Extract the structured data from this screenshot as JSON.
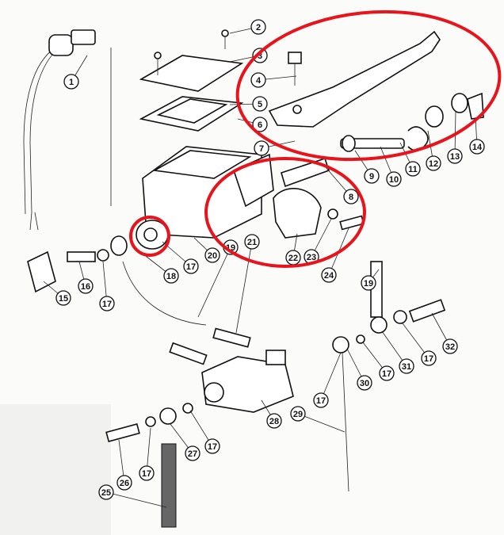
{
  "diagram": {
    "title": "Front brake master cylinder exploded view",
    "callouts": [
      "1",
      "2",
      "3",
      "4",
      "5",
      "6",
      "7",
      "8",
      "9",
      "10",
      "11",
      "12",
      "13",
      "14",
      "15",
      "16",
      "17",
      "18",
      "17",
      "20",
      "19",
      "21",
      "22",
      "23",
      "24",
      "19",
      "32",
      "17",
      "31",
      "17",
      "30",
      "17",
      "28",
      "29",
      "17",
      "27",
      "17",
      "26",
      "25"
    ],
    "highlight_color": "#e8141c"
  }
}
